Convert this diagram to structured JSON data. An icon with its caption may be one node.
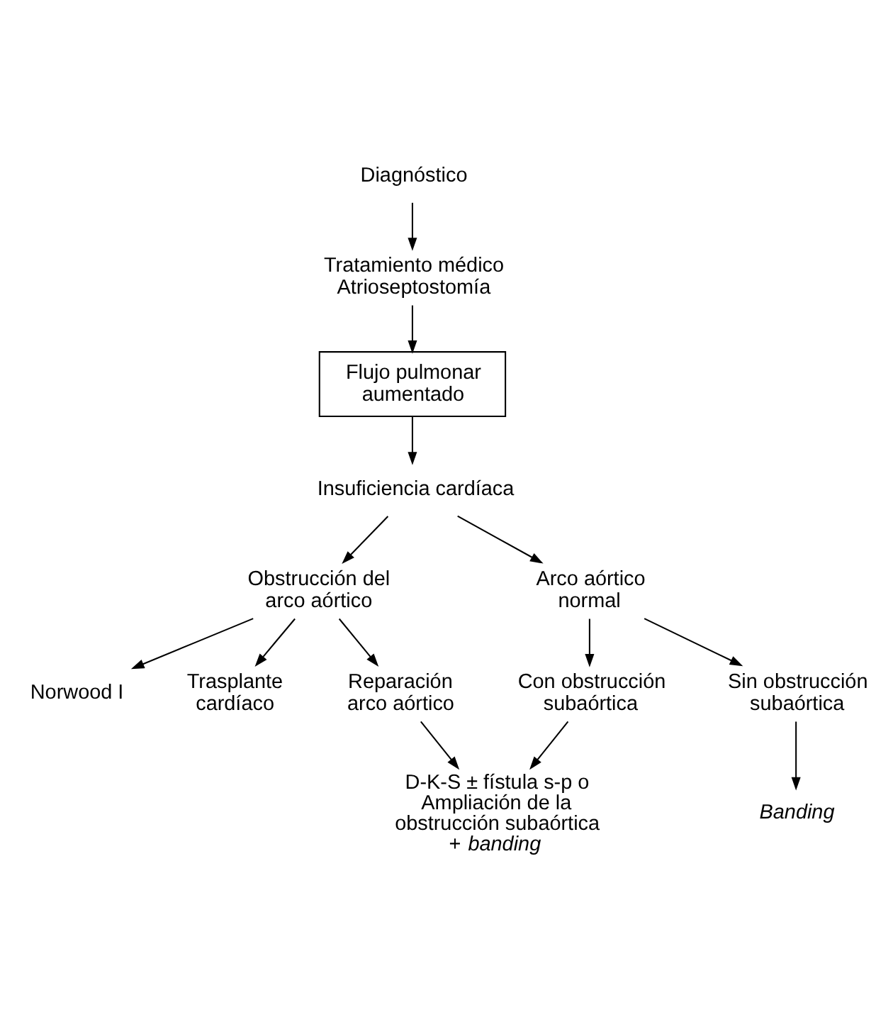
{
  "diagram": {
    "nodes": [
      {
        "text": [
          "Diagnóstico"
        ]
      },
      {
        "text": [
          "Tratamiento médico Atrioseptostomía"
        ]
      },
      {
        "text": [
          "Flujo pulmonar aumentado"
        ]
      },
      {
        "text": [
          "Insuficiencia cardíaca"
        ]
      },
      {
        "text": [
          "Obstrucción del arco aórtico"
        ]
      },
      {
        "text": [
          "Arco aórtico normal"
        ]
      },
      {
        "text": [
          "Norwood I"
        ]
      },
      {
        "text": [
          "Trasplante cardíaco"
        ]
      },
      {
        "text": [
          "Reparación arco aórtico"
        ]
      },
      {
        "text": [
          "Con obstrucción subaórtica"
        ]
      },
      {
        "text": [
          "Sin obstrucción subaórtica"
        ]
      },
      {
        "text": [
          "D-K-S ± fístula s-p o Ampliación de la obstrucción subaórtica + *banding*"
        ]
      },
      {
        "text": [
          "Banding"
        ]
      }
    ],
    "edges": [
      {
        "from": 0,
        "to": 1,
        "arrow": "to"
      },
      {
        "from": 1,
        "to": 2,
        "arrow": "to"
      },
      {
        "from": 2,
        "to": 3,
        "arrow": "to"
      },
      {
        "from": 3,
        "to": 4,
        "arrow": "to"
      },
      {
        "from": 3,
        "to": 5,
        "arrow": "to"
      },
      {
        "from": 4,
        "to": 6,
        "arrow": "to"
      },
      {
        "from": 4,
        "to": 7,
        "arrow": "to"
      },
      {
        "from": 4,
        "to": 8,
        "arrow": "to"
      },
      {
        "from": 8,
        "to": 11,
        "arrow": "to"
      },
      {
        "from": 5,
        "to": 9,
        "arrow": "to"
      },
      {
        "from": 5,
        "to": 10,
        "arrow": "to"
      },
      {
        "from": 9,
        "to": 11,
        "arrow": "to"
      },
      {
        "from": 10,
        "to": 12,
        "arrow": "to"
      }
    ]
  }
}
